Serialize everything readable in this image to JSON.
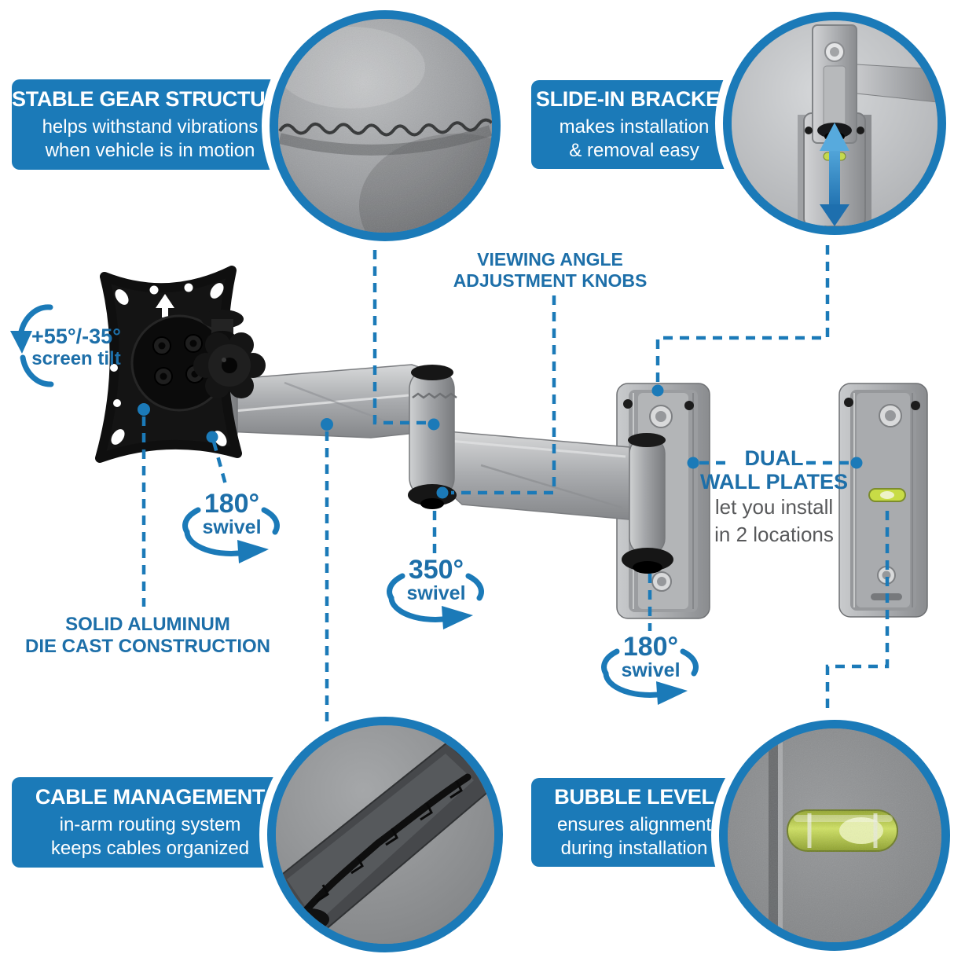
{
  "colors": {
    "accent_blue": "#1b7ab8",
    "text_blue": "#1d6fa9",
    "body_gray": "#58595b",
    "bubble_green": "#c8dc46",
    "silver": "#a7a9ac",
    "black": "#141414",
    "background": "#ffffff"
  },
  "callouts": {
    "stable_gear": {
      "title": "STABLE GEAR STRUCTURE",
      "line1": "helps withstand vibrations",
      "line2": "when vehicle is in motion"
    },
    "slide_in": {
      "title": "SLIDE-IN BRACKET",
      "line1": "makes installation",
      "line2": "& removal easy"
    },
    "cable": {
      "title": "CABLE MANAGEMENT",
      "line1": "in-arm routing system",
      "line2": "keeps cables organized"
    },
    "bubble": {
      "title": "BUBBLE LEVEL",
      "line1": "ensures alignment",
      "line2": "during installation"
    }
  },
  "labels": {
    "viewing_angle": {
      "line1": "VIEWING ANGLE",
      "line2": "ADJUSTMENT KNOBS"
    },
    "dual_wall": {
      "title1": "DUAL",
      "title2": "WALL PLATES",
      "line1": "let you install",
      "line2": "in 2 locations"
    },
    "solid_aluminum": {
      "line1": "SOLID ALUMINUM",
      "line2": "DIE CAST CONSTRUCTION"
    },
    "screen_tilt": {
      "value": "+55°/-35°",
      "caption": "screen tilt"
    },
    "swivel_front": {
      "value": "180°",
      "caption": "swivel"
    },
    "swivel_mid": {
      "value": "350°",
      "caption": "swivel"
    },
    "swivel_wall": {
      "value": "180°",
      "caption": "swivel"
    }
  }
}
